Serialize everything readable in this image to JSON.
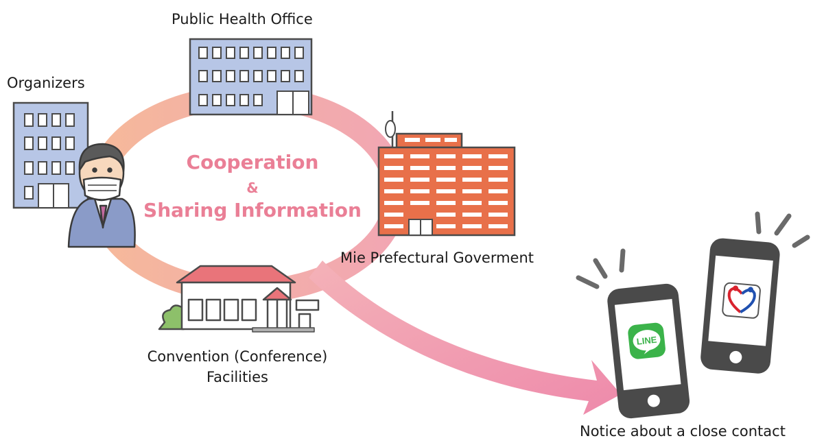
{
  "labels": {
    "public_health_office": "Public Health Office",
    "organizers": "Organizers",
    "mie_prefectural_government": "Mie Prefectural Goverment",
    "convention_line1": "Convention (Conference)",
    "convention_line2": "Facilities",
    "notice": "Notice about a close contact"
  },
  "center": {
    "line1": "Cooperation",
    "amp": "&",
    "line2": "Sharing Information"
  },
  "phone_apps": {
    "left_app_icon_text": "LINE"
  },
  "colors": {
    "ring_pink": "#f2a6b3",
    "ring_peach": "#f6b99a",
    "arrow_pink": "#ef8fac",
    "center_text": "#ea7f96",
    "building_blue": "#b7c6e6",
    "prefecture_brick": "#e8704a",
    "roof_red": "#e9747a",
    "line_green": "#3bb34a"
  },
  "icons": [
    "building-icon",
    "person-icon",
    "phone-icon",
    "line-app-icon",
    "cocoa-app-icon",
    "vibration-lines-icon"
  ]
}
